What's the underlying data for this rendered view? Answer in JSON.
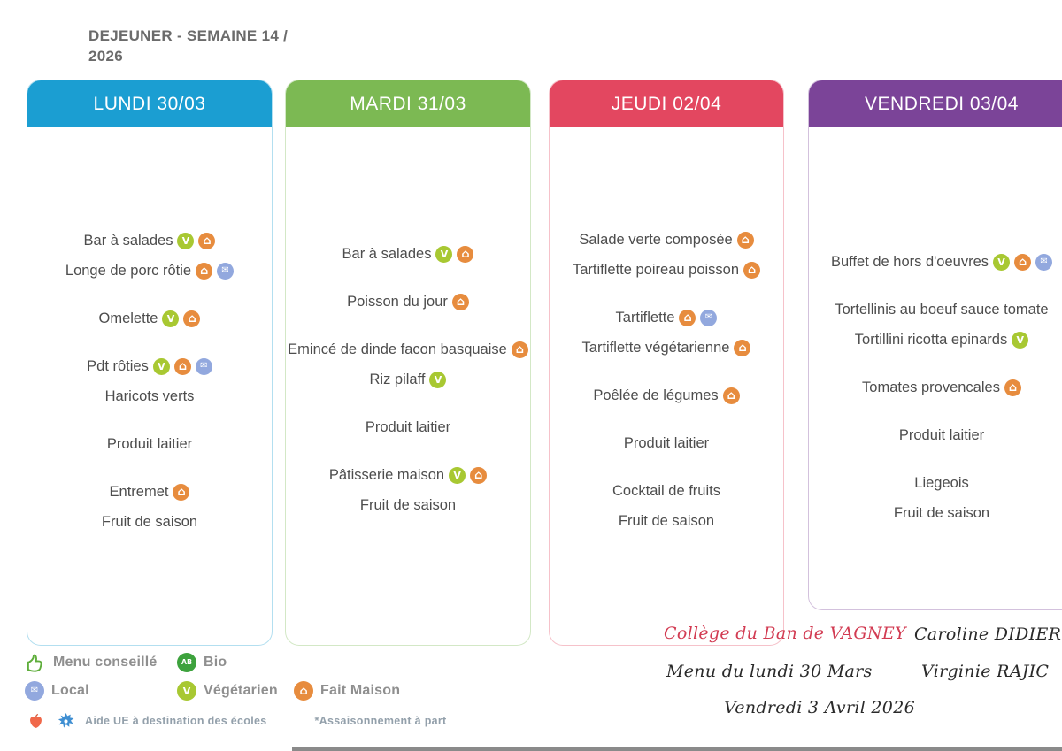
{
  "title": "DEJEUNER - SEMAINE 14 / 2026",
  "icon_defs": {
    "vegetarien": {
      "label": "Végétarien",
      "color": "#a8c832",
      "glyph": "V"
    },
    "fait_maison": {
      "label": "Fait Maison",
      "color": "#e78c3e",
      "glyph": "⌂"
    },
    "local": {
      "label": "Local",
      "color": "#92a8de",
      "glyph": "✉"
    },
    "bio": {
      "label": "Bio",
      "color": "#3da23d",
      "glyph": "AB"
    }
  },
  "columns": [
    {
      "header": "LUNDI 30/03",
      "color": "#1b9ed2",
      "groups": [
        [
          {
            "label": "Bar à salades",
            "icons": [
              "vegetarien",
              "fait_maison"
            ]
          },
          {
            "label": "Longe de porc rôtie",
            "icons": [
              "fait_maison",
              "local"
            ]
          }
        ],
        [
          {
            "label": "Omelette",
            "icons": [
              "vegetarien",
              "fait_maison"
            ]
          }
        ],
        [
          {
            "label": "Pdt rôties",
            "icons": [
              "vegetarien",
              "fait_maison",
              "local"
            ]
          },
          {
            "label": "Haricots verts",
            "icons": []
          }
        ],
        [
          {
            "label": "Produit laitier",
            "icons": []
          }
        ],
        [
          {
            "label": "Entremet",
            "icons": [
              "fait_maison"
            ]
          },
          {
            "label": "Fruit de saison",
            "icons": []
          }
        ]
      ]
    },
    {
      "header": "MARDI 31/03",
      "color": "#7cb953",
      "groups": [
        [
          {
            "label": "Bar à salades",
            "icons": [
              "vegetarien",
              "fait_maison"
            ]
          }
        ],
        [
          {
            "label": "Poisson du jour",
            "icons": [
              "fait_maison"
            ]
          }
        ],
        [
          {
            "label": "Emincé de dinde facon basquaise",
            "icons": [
              "fait_maison"
            ]
          },
          {
            "label": "Riz pilaff",
            "icons": [
              "vegetarien"
            ]
          }
        ],
        [
          {
            "label": "Produit laitier",
            "icons": []
          }
        ],
        [
          {
            "label": "Pâtisserie maison",
            "icons": [
              "vegetarien",
              "fait_maison"
            ]
          },
          {
            "label": "Fruit de saison",
            "icons": []
          }
        ]
      ]
    },
    {
      "header": "JEUDI 02/04",
      "color": "#e34760",
      "groups": [
        [
          {
            "label": "Salade verte composée",
            "icons": [
              "fait_maison"
            ]
          },
          {
            "label": "Tartiflette poireau poisson",
            "icons": [
              "fait_maison"
            ]
          }
        ],
        [
          {
            "label": "Tartiflette",
            "icons": [
              "fait_maison",
              "local"
            ]
          },
          {
            "label": "Tartiflette végétarienne",
            "icons": [
              "fait_maison"
            ]
          }
        ],
        [
          {
            "label": "Poêlée de légumes",
            "icons": [
              "fait_maison"
            ]
          }
        ],
        [
          {
            "label": "Produit laitier",
            "icons": []
          }
        ],
        [
          {
            "label": "Cocktail de fruits",
            "icons": []
          },
          {
            "label": "Fruit de saison",
            "icons": []
          }
        ]
      ]
    },
    {
      "header": "VENDREDI 03/04",
      "color": "#7b4498",
      "groups": [
        [
          {
            "label": "Buffet de hors d'oeuvres",
            "icons": [
              "vegetarien",
              "fait_maison",
              "local"
            ]
          }
        ],
        [
          {
            "label": "Tortellinis au boeuf sauce tomate",
            "icons": []
          },
          {
            "label": "Tortillini ricotta epinards",
            "icons": [
              "vegetarien"
            ]
          }
        ],
        [
          {
            "label": "Tomates provencales",
            "icons": [
              "fait_maison"
            ]
          }
        ],
        [
          {
            "label": "Produit laitier",
            "icons": []
          }
        ],
        [
          {
            "label": "Liegeois",
            "icons": []
          },
          {
            "label": "Fruit de saison",
            "icons": []
          }
        ]
      ]
    }
  ],
  "legend": {
    "menu_conseille": "Menu conseillé",
    "bio": "Bio",
    "local": "Local",
    "vegetarien": "Végétarien",
    "fait_maison": "Fait Maison",
    "aide_ue": "Aide UE à destination des écoles",
    "assaisonnement": "*Assaisonnement à part"
  },
  "footer": {
    "school": "Collège du Ban de VAGNEY",
    "line1": "Menu du lundi 30  Mars",
    "line2": "Vendredi 3 Avril  2026",
    "names": [
      "Caroline DIDIER",
      "Virginie RAJIC"
    ]
  }
}
